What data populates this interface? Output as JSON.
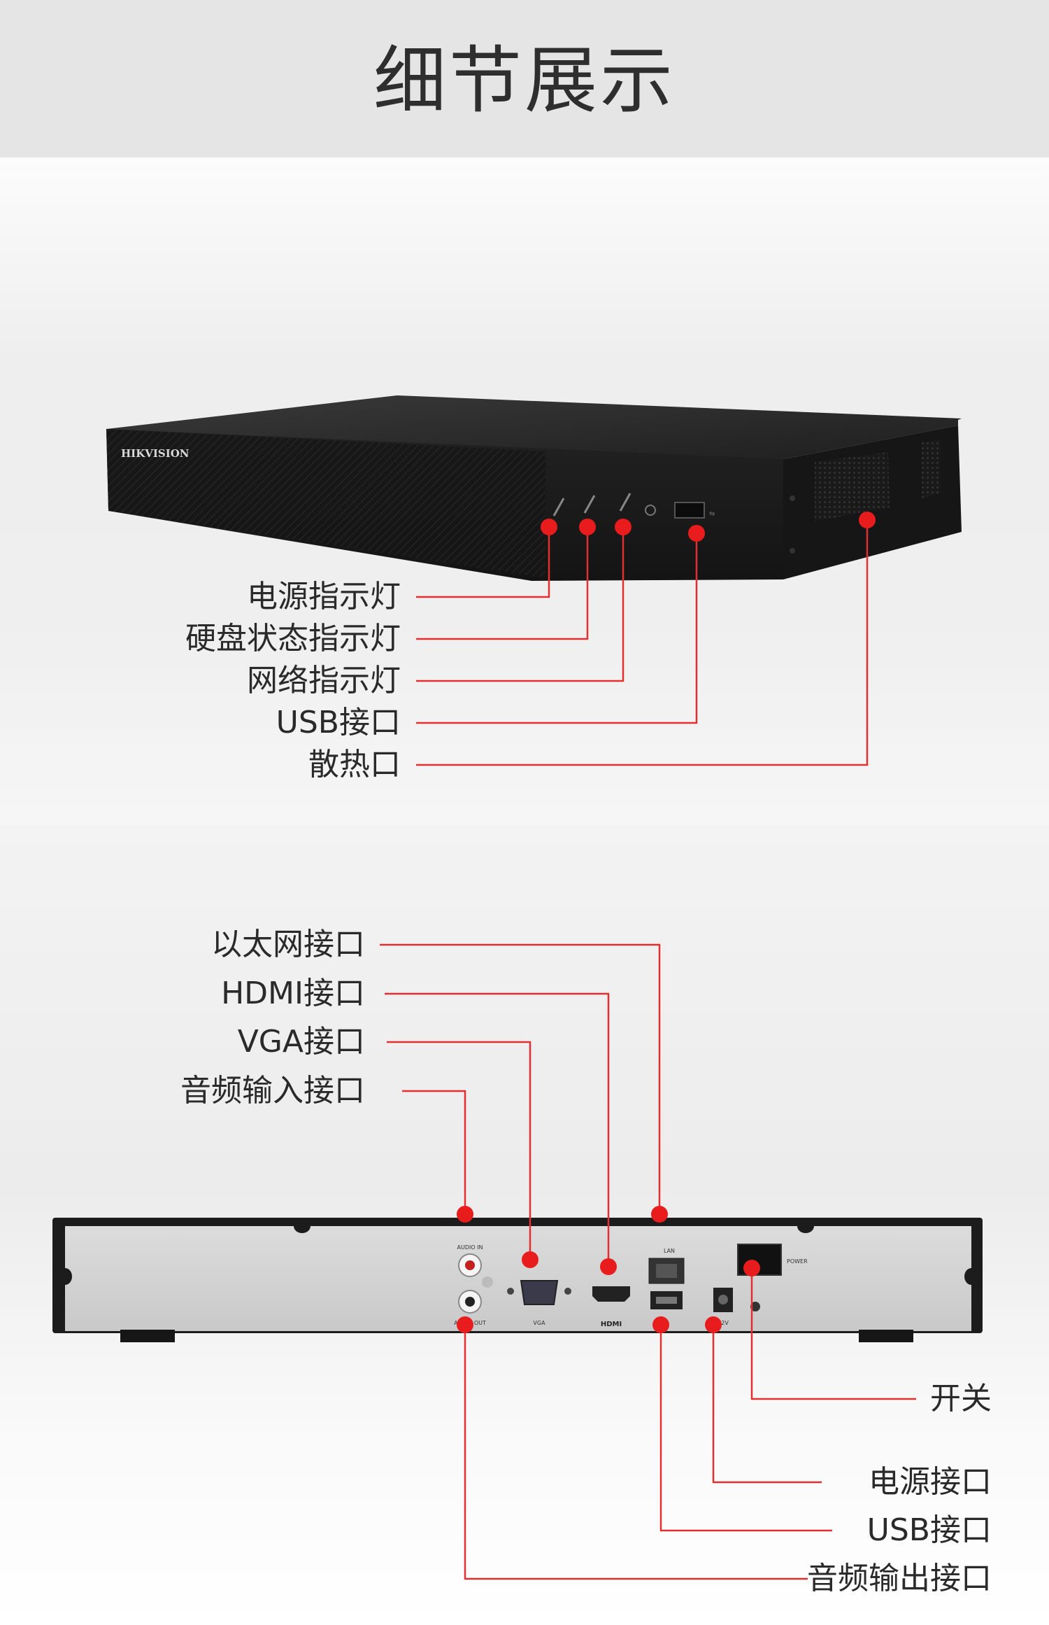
{
  "header": {
    "title": "细节展示"
  },
  "front_panel": {
    "brand": "HIKVISION",
    "callouts": [
      {
        "label": "电源指示灯"
      },
      {
        "label": "硬盘状态指示灯"
      },
      {
        "label": "网络指示灯"
      },
      {
        "label": "USB接口"
      },
      {
        "label": "散热口"
      }
    ]
  },
  "rear_panel": {
    "port_marks": {
      "audio_in": "AUDIO IN",
      "audio_out": "AUDIO OUT",
      "vga": "VGA",
      "hdmi": "HDMI",
      "lan": "LAN",
      "power_in": "12V",
      "power_switch": "POWER"
    },
    "callouts_top": [
      {
        "label": "以太网接口"
      },
      {
        "label": "HDMI接口"
      },
      {
        "label": "VGA接口"
      },
      {
        "label": "音频输入接口"
      }
    ],
    "callouts_bottom": [
      {
        "label": "开关"
      },
      {
        "label": "电源接口"
      },
      {
        "label": "USB接口"
      },
      {
        "label": "音频输出接口"
      }
    ]
  },
  "colors": {
    "callout_line": "#e03030",
    "callout_dot": "#e81c1c",
    "device_body": "#1b1b1b",
    "header_bg": "#e5e5e5"
  }
}
